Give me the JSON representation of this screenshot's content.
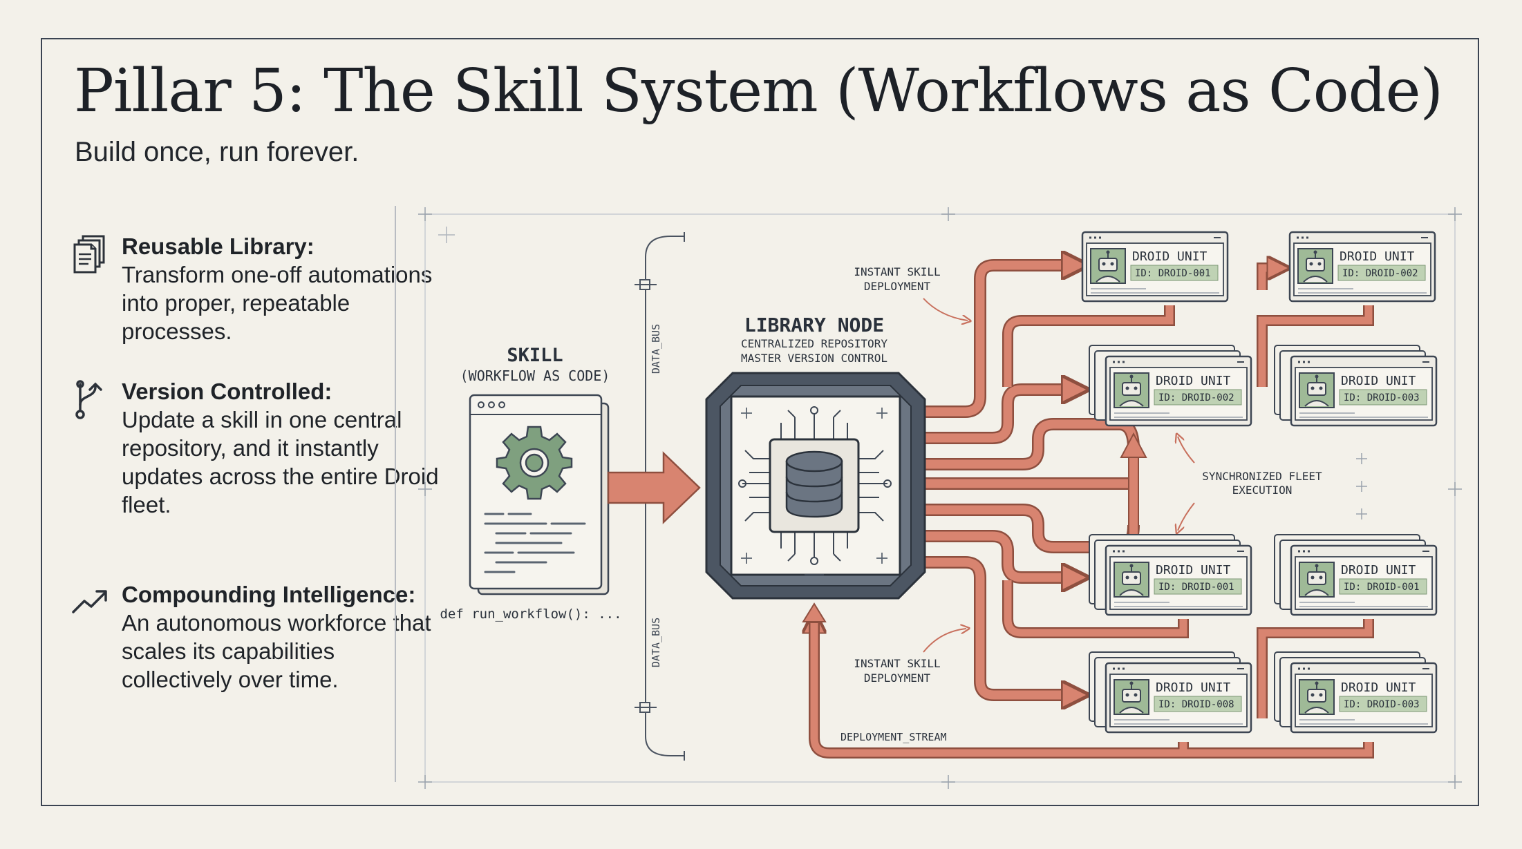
{
  "title": "Pillar 5: The Skill System (Workflows as Code)",
  "subtitle": "Build once, run forever.",
  "features": [
    {
      "icon": "documents-icon",
      "title": "Reusable Library:",
      "body": "Transform one-off automations into proper, repeatable processes."
    },
    {
      "icon": "branch-icon",
      "title": "Version Controlled:",
      "body": "Update a skill in one central repository, and it instantly updates across the entire Droid fleet."
    },
    {
      "icon": "trend-up-icon",
      "title": "Compounding Intelligence:",
      "body": "An autonomous workforce that scales its capabilities collectively over time."
    }
  ],
  "diagram": {
    "skill_title": "SKILL",
    "skill_subtitle": "(WORKFLOW AS CODE)",
    "code_caption": "def run_workflow(): ...",
    "data_bus_label": "DATA_BUS",
    "library_title": "LIBRARY NODE",
    "library_line1": "CENTRALIZED REPOSITORY",
    "library_line2": "MASTER VERSION CONTROL",
    "deploy_label_line1": "INSTANT SKILL",
    "deploy_label_line2": "DEPLOYMENT",
    "sync_label_line1": "SYNCHRONIZED FLEET",
    "sync_label_line2": "EXECUTION",
    "stream_label": "DEPLOYMENT_STREAM",
    "droid_title": "DROID UNIT",
    "droids": [
      {
        "id": "ID: DROID-001"
      },
      {
        "id": "ID: DROID-002"
      },
      {
        "id": "ID: DROID-002"
      },
      {
        "id": "ID: DROID-003"
      },
      {
        "id": "ID: DROID-001"
      },
      {
        "id": "ID: DROID-001"
      },
      {
        "id": "ID: DROID-008"
      },
      {
        "id": "ID: DROID-003"
      }
    ],
    "colors": {
      "arrow": "#d88470",
      "arrow_stroke": "#8e4f3f",
      "ink": "#3d4653",
      "gear": "#7fa07f",
      "id_badge": "#bfd2b4"
    }
  }
}
